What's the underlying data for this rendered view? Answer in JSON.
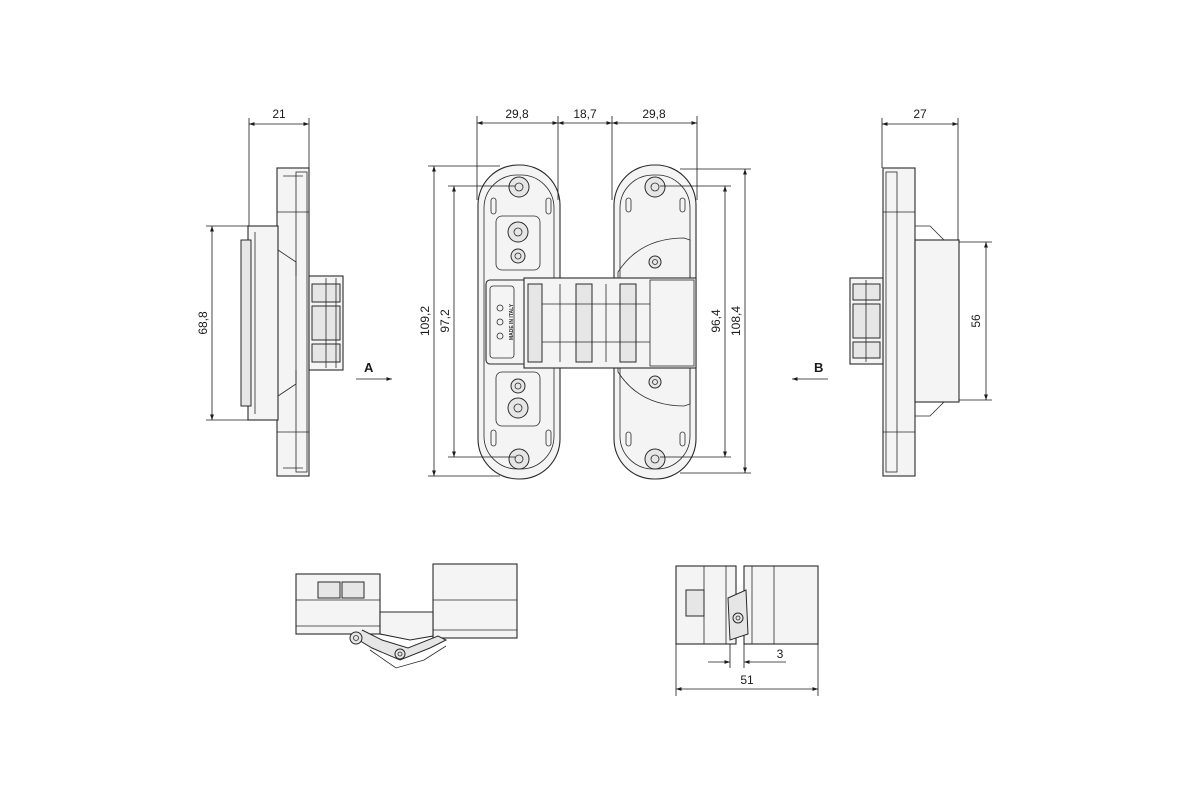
{
  "dimensions": {
    "side_left_width": "21",
    "side_left_height": "68,8",
    "front_left_plate_width": "29,8",
    "front_gap_width": "18,7",
    "front_right_plate_width": "29,8",
    "front_left_total_height": "109,2",
    "front_left_hole_distance": "97,2",
    "front_right_hole_distance": "96,4",
    "front_right_total_height": "108,4",
    "side_right_width": "27",
    "side_right_height": "56",
    "bottom_right_small": "3",
    "bottom_right_total": "51"
  },
  "view_labels": {
    "view_a": "A",
    "view_b": "B"
  },
  "plate_marking": "MADE IN ITALY"
}
